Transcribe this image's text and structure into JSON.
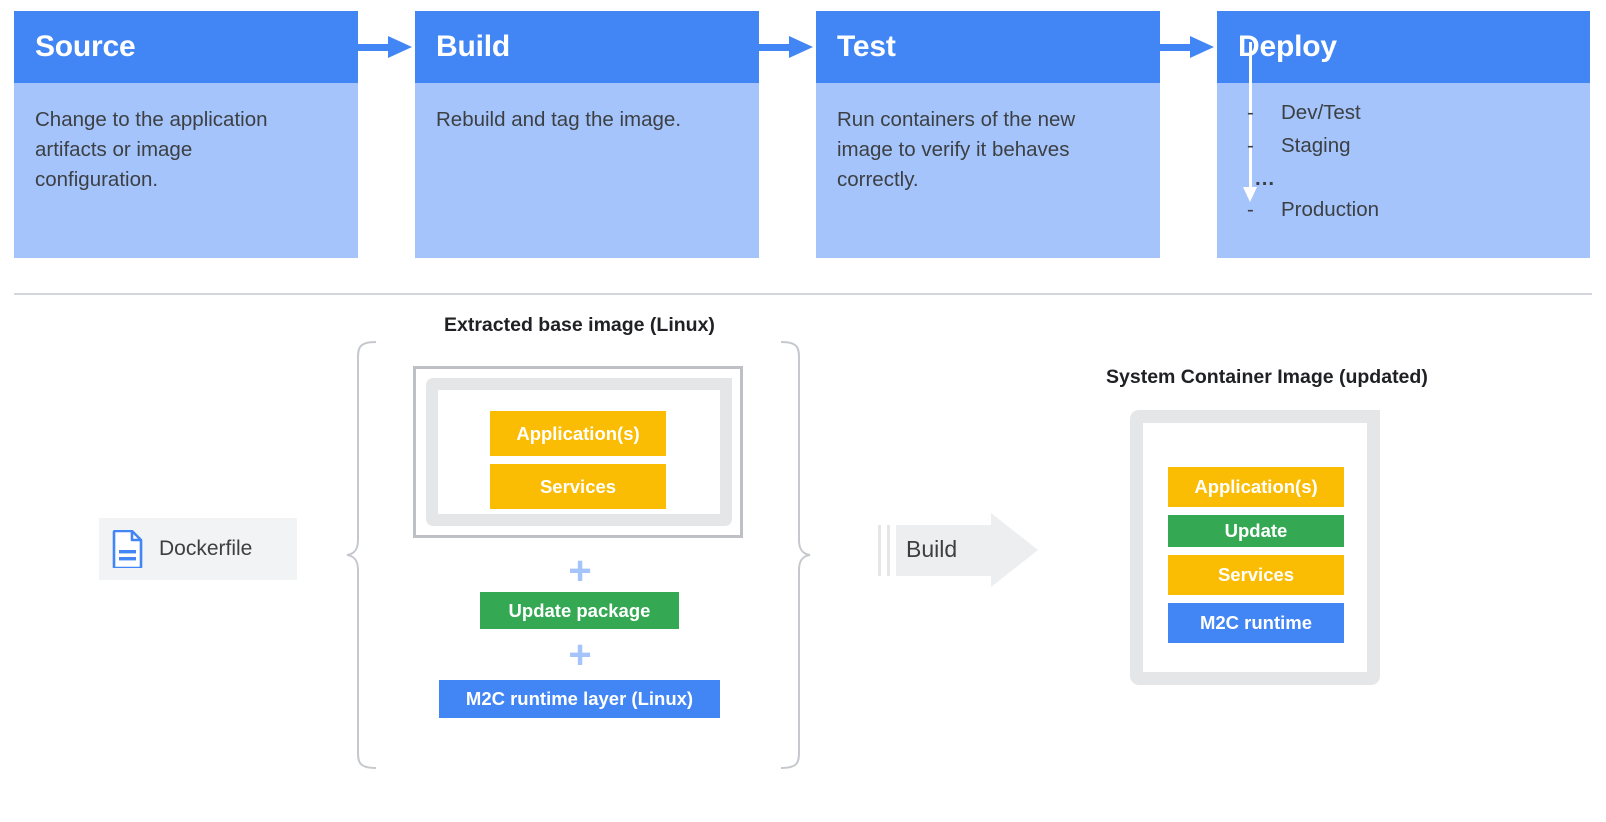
{
  "pipeline": {
    "stages": [
      {
        "title": "Source",
        "body": "Change to the application\nartifacts or image\nconfiguration."
      },
      {
        "title": "Build",
        "body": "Rebuild and tag the image."
      },
      {
        "title": "Test",
        "body": "Run containers of the new\nimage to verify it behaves\ncorrectly."
      },
      {
        "title": "Deploy",
        "body": ""
      }
    ],
    "deploy_items": [
      {
        "marker": "-",
        "label": "Dev/Test"
      },
      {
        "marker": "-",
        "label": "Staging"
      },
      {
        "marker": "...",
        "label": ""
      },
      {
        "marker": "-",
        "label": "Production"
      }
    ],
    "header_color": "#4285F4",
    "body_color": "#A5C4FC"
  },
  "bottom": {
    "caption_base": "Extracted base image (Linux)",
    "caption_system": "System Container Image (updated)",
    "dockerfile_label": "Dockerfile",
    "build_label": "Build",
    "base_layers": [
      {
        "label": "Application(s)",
        "color": "#FBBC04"
      },
      {
        "label": "Services",
        "color": "#FBBC04"
      }
    ],
    "plus_symbol": "+",
    "update_package_label": "Update package",
    "m2c_runtime_label": "M2C runtime layer (Linux)",
    "system_layers": [
      {
        "label": "Application(s)",
        "color": "#FBBC04"
      },
      {
        "label": "Update",
        "color": "#34A853"
      },
      {
        "label": "Services",
        "color": "#FBBC04"
      },
      {
        "label": "M2C runtime",
        "color": "#4285F4"
      }
    ],
    "colors": {
      "yellow": "#FBBC04",
      "green": "#34A853",
      "blue": "#4285F4",
      "light_blue": "#A5C4FC",
      "gray": "#E4E6E8",
      "divider": "#D3D7DD"
    }
  }
}
